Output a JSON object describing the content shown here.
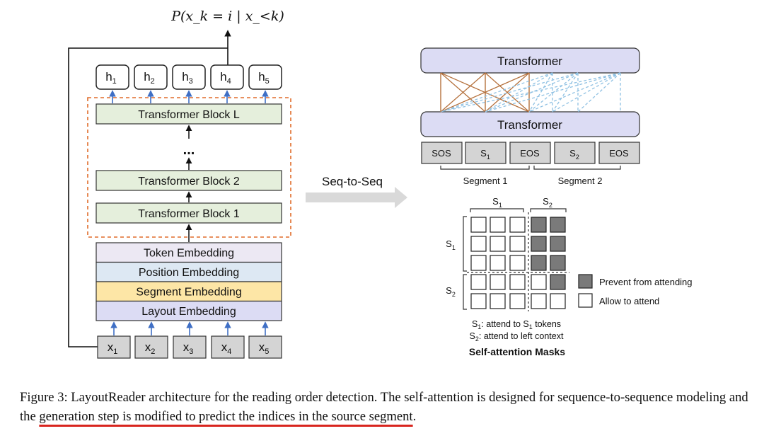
{
  "output_formula": "P(x_k = i | x_<k)",
  "hidden_tokens": [
    {
      "base": "h",
      "sub": "1"
    },
    {
      "base": "h",
      "sub": "2"
    },
    {
      "base": "h",
      "sub": "3"
    },
    {
      "base": "h",
      "sub": "4"
    },
    {
      "base": "h",
      "sub": "5"
    }
  ],
  "input_tokens": [
    {
      "base": "x",
      "sub": "1"
    },
    {
      "base": "x",
      "sub": "2"
    },
    {
      "base": "x",
      "sub": "3"
    },
    {
      "base": "x",
      "sub": "4"
    },
    {
      "base": "x",
      "sub": "5"
    }
  ],
  "transformer_blocks": {
    "top": "Transformer Block L",
    "ellipsis": "...",
    "middle": "Transformer Block 2",
    "bottom": "Transformer Block 1"
  },
  "embeddings": [
    {
      "label": "Token Embedding",
      "color": "#ece8f3"
    },
    {
      "label": "Position Embedding",
      "color": "#dde8f3"
    },
    {
      "label": "Segment Embedding",
      "color": "#fde6a6"
    },
    {
      "label": "Layout Embedding",
      "color": "#dcdcf4"
    }
  ],
  "colors": {
    "block_fill": "#e5efdc",
    "transformer_fill": "#dcdcf4",
    "token_fill": "#d4d4d4",
    "dashed_border": "#e06c2a",
    "arrow_blue": "#3f6fc5",
    "brown_lines": "#b5713d",
    "light_blue_dashed": "#8fc1e3",
    "mask_dark": "#7a7a7a",
    "underline": "#d8251e"
  },
  "seq2seq_label": "Seq-to-Seq",
  "transformer_top": "Transformer",
  "transformer_bottom": "Transformer",
  "seq_tokens": [
    {
      "base": "SOS",
      "sub": ""
    },
    {
      "base": "S",
      "sub": "1"
    },
    {
      "base": "EOS",
      "sub": ""
    },
    {
      "base": "S",
      "sub": "2"
    },
    {
      "base": "EOS",
      "sub": ""
    }
  ],
  "segments": {
    "seg1": "Segment 1",
    "seg2": "Segment 2"
  },
  "mask": {
    "col_s1": {
      "base": "S",
      "sub": "1"
    },
    "col_s2": {
      "base": "S",
      "sub": "2"
    },
    "row_s1": {
      "base": "S",
      "sub": "1"
    },
    "row_s2": {
      "base": "S",
      "sub": "2"
    },
    "grid": [
      [
        0,
        0,
        0,
        1,
        1
      ],
      [
        0,
        0,
        0,
        1,
        1
      ],
      [
        0,
        0,
        0,
        1,
        1
      ],
      [
        0,
        0,
        0,
        0,
        1
      ],
      [
        0,
        0,
        0,
        0,
        0
      ]
    ]
  },
  "legend": {
    "prevent": "Prevent from attending",
    "allow": "Allow to attend"
  },
  "notes": {
    "line1_a": "S",
    "line1_a_sub": "1",
    "line1_b": ": attend to S",
    "line1_b_sub": "1",
    "line1_c": " tokens",
    "line2_a": "S",
    "line2_a_sub": "2",
    "line2_b": ": attend to left context"
  },
  "mask_title": "Self-attention Masks",
  "caption": {
    "part1": "Figure 3: LayoutReader architecture for the reading order detection. The self-attention is designed for sequence-to-sequence modeling and the ",
    "underlined": "generation step is modified to predict the indices in the source segment",
    "part2": "."
  }
}
